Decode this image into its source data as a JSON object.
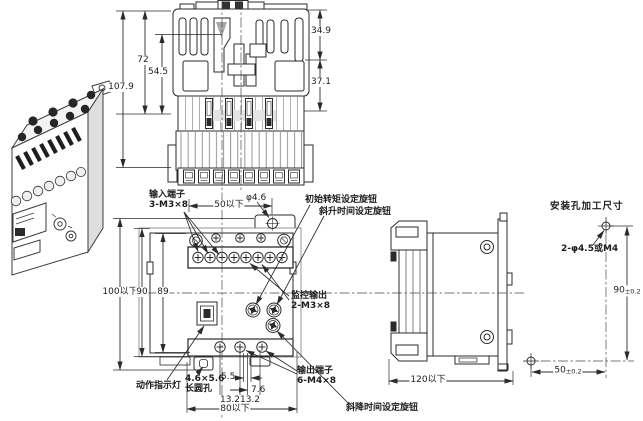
{
  "top_view": {
    "dim_total_height": "107.9",
    "dim_72": "72",
    "dim_54_5": "54.5",
    "dim_34_9": "34.9",
    "dim_37_1": "37.1"
  },
  "front_view": {
    "input_terminals": "输入端子",
    "input_terminals_spec": "3-M3×8",
    "dim_width_top": "50以下",
    "hole_diameter": "φ4.6",
    "initial_torque_knob": "初始转矩设定旋钮",
    "ramp_up_time_knob": "斜升时间设定旋钮",
    "monitor_output": "监控输出",
    "monitor_output_spec": "2-M3×8",
    "dim_height_total": "100以下",
    "dim_height_90": "90",
    "dim_height_89": "89",
    "operation_indicator": "动作指示灯",
    "oblong_hole_size": "4.6×5.6",
    "oblong_hole": "长圆孔",
    "dim_5_5": "5.5",
    "dim_7_6": "7.6",
    "dim_13_2_left": "13.2",
    "dim_13_2_right": "13.2",
    "dim_width_bottom": "80以下",
    "output_terminals": "输出端子",
    "output_terminals_spec": "6-M4×8",
    "ramp_down_time_knob": "斜降时间设定旋钮"
  },
  "side_view": {
    "dim_depth": "120以下"
  },
  "mounting_holes": {
    "title": "安装孔加工尺寸",
    "hole_spec": "2-φ4.5或M4",
    "dim_vertical": "90",
    "dim_vertical_tolerance": "±0.2",
    "dim_horizontal": "50",
    "dim_horizontal_tolerance": "±0.2"
  },
  "colors": {
    "line": "#2b2b2b",
    "background": "#ffffff"
  }
}
